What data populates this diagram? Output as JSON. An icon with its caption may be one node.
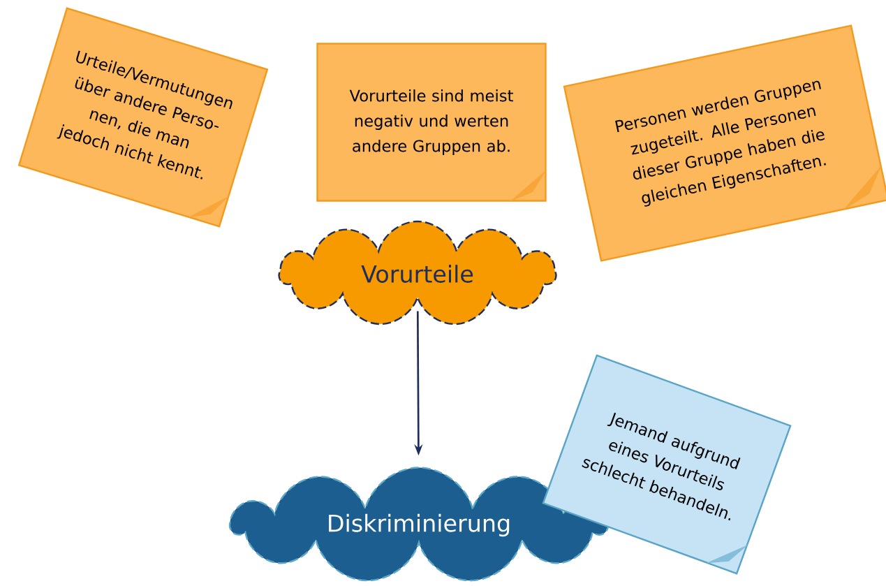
{
  "diagram": {
    "nodes": [
      {
        "text": [
          "Urteile/Vermutungen über andere Perso- nen, die man jedoch nicht kennt."
        ]
      },
      {
        "text": [
          "Vorurteile sind meist negativ und werten andere Gruppen ab."
        ]
      },
      {
        "text": [
          "Personen werden Gruppen zugeteilt. Alle Personen dieser Gruppe haben die gleichen Eigenschaften."
        ]
      },
      {
        "text": [
          "Vorurteile"
        ]
      },
      {
        "text": [
          "Diskriminierung"
        ]
      },
      {
        "text": [
          "Jemand aufgrund eines Vorurteils schlecht behandeln."
        ]
      }
    ],
    "edges": [
      {
        "from": 3,
        "to": 4,
        "arrow": "to"
      }
    ]
  }
}
